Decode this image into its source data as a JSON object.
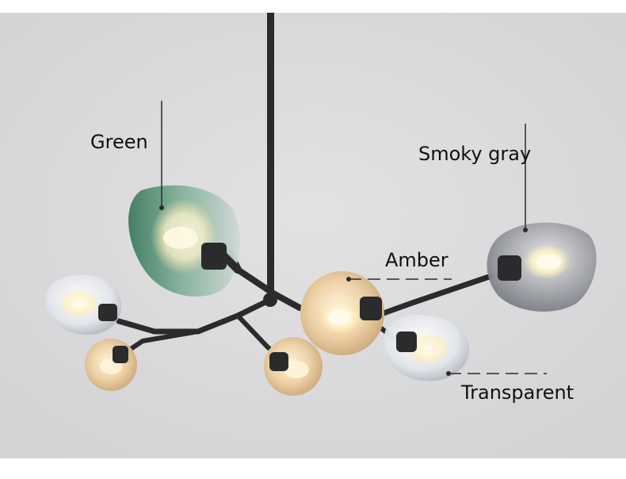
{
  "labels": {
    "green": "Green",
    "smoky_gray": "Smoky gray",
    "amber": "Amber",
    "transparent": "Transparent"
  },
  "colors": {
    "background": "#dededf",
    "metal": "#2b2b2d",
    "green_glass": "#4f8a6f",
    "smoky_glass": "#8c8f96",
    "amber_glass": "#e3c79e",
    "clear_glass": "#e6e9ee"
  }
}
